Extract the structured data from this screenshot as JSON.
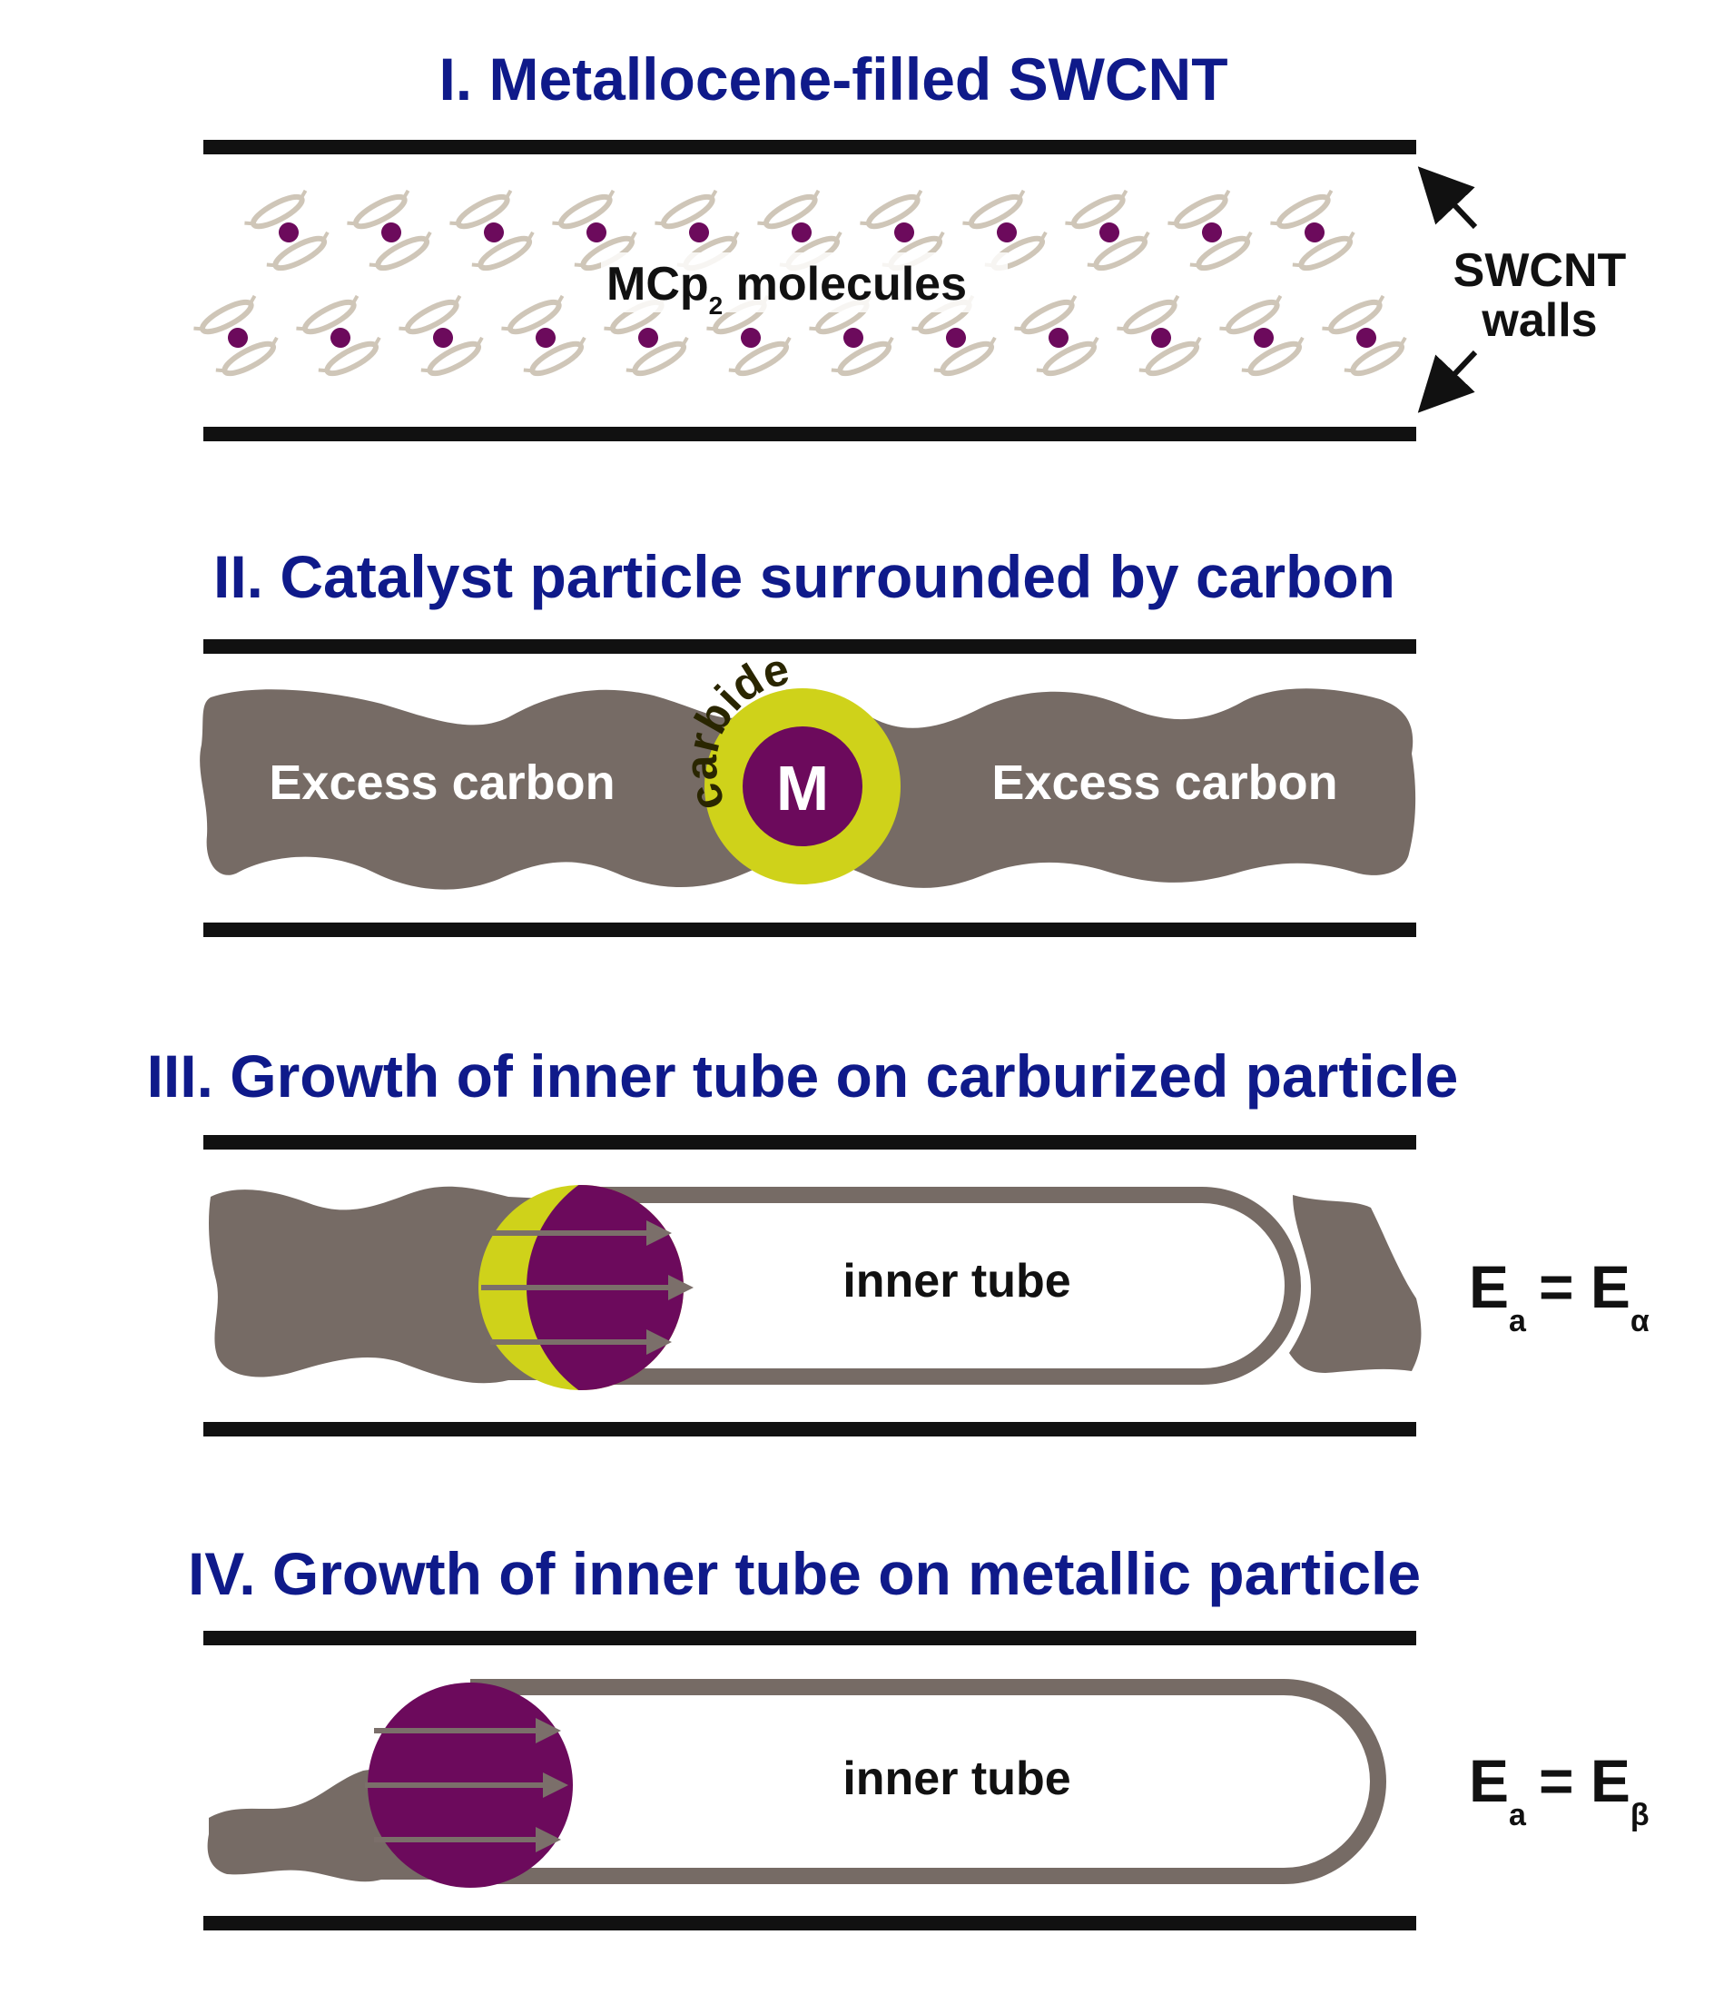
{
  "colors": {
    "title": "#0f1a8a",
    "wall": "#111111",
    "carbon": "#766b65",
    "metal": "#6c0a5c",
    "carbide": "#cfd21a",
    "cp_ring": "#cfc6b8"
  },
  "sections": [
    {
      "title": "I. Metallocene-filled SWCNT",
      "molecules_label": "MCp",
      "molecules_sub": "2",
      "molecules_suffix": " molecules",
      "walls_label_line1": "SWCNT",
      "walls_label_line2": "walls"
    },
    {
      "title": "II. Catalyst particle surrounded by carbon",
      "excess_left": "Excess carbon",
      "excess_right": "Excess carbon",
      "metal_label": "M",
      "carbide_label": "carbide"
    },
    {
      "title": "III. Growth of inner tube on carburized particle",
      "tube_label": "inner tube",
      "eq_E": "E",
      "eq_sub": "a",
      "eq_rhs_E": "= E",
      "eq_rhs_sub": "α"
    },
    {
      "title": "IV. Growth of inner tube on metallic particle",
      "tube_label": "inner tube",
      "eq_E": "E",
      "eq_sub": "a",
      "eq_rhs_E": "= E",
      "eq_rhs_sub": "β"
    }
  ]
}
